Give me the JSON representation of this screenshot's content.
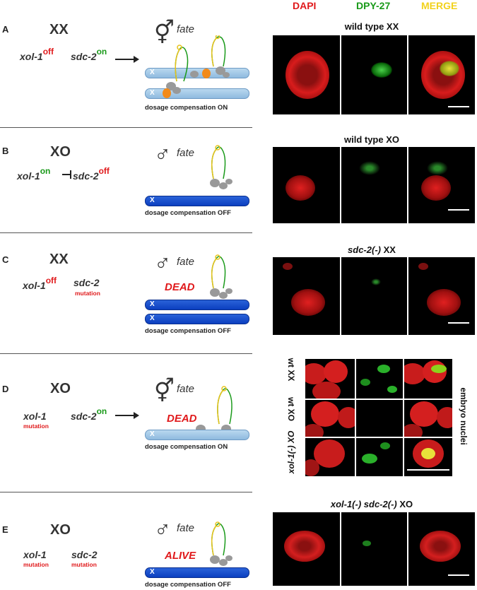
{
  "headers": {
    "dapi": "DAPI",
    "dpy27": "DPY-27",
    "merge": "MERGE"
  },
  "colors": {
    "red": "#e0191b",
    "green": "#1a9a1a",
    "yellow": "#f2d21b"
  },
  "symbols": {
    "hermaphrodite": "⚥",
    "male": "♂"
  },
  "panels": [
    {
      "letter": "A",
      "genotype": "XX",
      "gene1": "xol-1",
      "gene1_state": "off",
      "gene2": "sdc-2",
      "gene2_state": "on",
      "fate": "fate",
      "dc": "dosage compensation ON",
      "image_title": "wild type XX"
    },
    {
      "letter": "B",
      "genotype": "XO",
      "gene1": "xol-1",
      "gene1_state": "on",
      "gene2": "sdc-2",
      "gene2_state": "off",
      "fate": "fate",
      "dc": "dosage compensation OFF",
      "image_title": "wild type XO"
    },
    {
      "letter": "C",
      "genotype": "XX",
      "gene1": "xol-1",
      "gene1_state": "off",
      "gene2": "sdc-2",
      "gene2_mut": "mutation",
      "fate": "fate",
      "status": "DEAD",
      "dc": "dosage compensation OFF",
      "image_title_italic": "sdc-2(-)",
      "image_title_rest": " XX"
    },
    {
      "letter": "D",
      "genotype": "XO",
      "gene1": "xol-1",
      "gene1_mut": "mutation",
      "gene2": "sdc-2",
      "gene2_state": "on",
      "fate": "fate",
      "status": "DEAD",
      "dc": "dosage compensation ON",
      "row_labels": [
        "wt XX",
        "wt XO",
        "xol-1(-) XO"
      ],
      "side_label": "embryo nuclei"
    },
    {
      "letter": "E",
      "genotype": "XO",
      "gene1": "xol-1",
      "gene1_mut": "mutation",
      "gene2": "sdc-2",
      "gene2_mut": "mutation",
      "fate": "fate",
      "status": "ALIVE",
      "dc": "dosage compensation OFF",
      "image_title_italic": "xol-1(-) sdc-2(-)",
      "image_title_rest": " XO"
    }
  ],
  "chrom_label": "X"
}
